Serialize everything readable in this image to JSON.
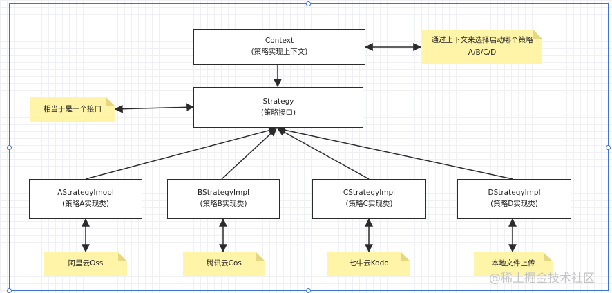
{
  "context_box": {
    "title": "Context",
    "subtitle": "(策略实现上下文)"
  },
  "strategy_box": {
    "title": "Strategy",
    "subtitle": "(策略接口)"
  },
  "impl_boxes": [
    {
      "title": "AStrategyImopl",
      "subtitle": "(策略A实现类)"
    },
    {
      "title": "BStrategyImpl",
      "subtitle": "(策略B实现类)"
    },
    {
      "title": "CStrategyImpl",
      "subtitle": "(策略C实现类)"
    },
    {
      "title": "DStrategyImpl",
      "subtitle": "(策略D实现类)"
    }
  ],
  "notes": {
    "context_note": {
      "line1": "通过上下文来选择启动哪个策略",
      "line2": "A/B/C/D"
    },
    "interface_note": "相当于是一个接口",
    "impl_notes": [
      "阿里云Oss",
      "腾讯云Cos",
      "七牛云Kodo",
      "本地文件上传"
    ]
  },
  "watermark": "@稀土掘金技术社区",
  "colors": {
    "note_fill": "#fff4a8",
    "selection": "#3d73d6",
    "stroke": "#2b2b2b"
  }
}
